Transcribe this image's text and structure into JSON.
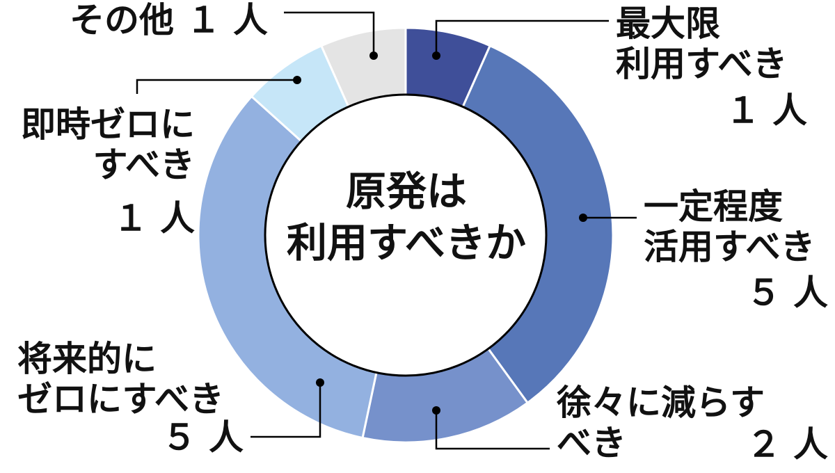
{
  "chart_data": {
    "type": "pie",
    "title": "原発は利用すべきか",
    "unit": "人",
    "slices": [
      {
        "label": "最大限利用すべき",
        "value": 1,
        "color": "#3f4f99"
      },
      {
        "label": "一定程度活用すべき",
        "value": 5,
        "color": "#5777b8"
      },
      {
        "label": "徐々に減らすべき",
        "value": 2,
        "color": "#7691cb"
      },
      {
        "label": "将来的にゼロにすべき",
        "value": 5,
        "color": "#93b1e0"
      },
      {
        "label": "即時ゼロにすべき",
        "value": 1,
        "color": "#c6e6f8"
      },
      {
        "label": "その他",
        "value": 1,
        "color": "#e4e4e4"
      }
    ]
  },
  "labels": {
    "center_line1": "原発は",
    "center_line2": "利用すべきか",
    "max_line1": "最大限",
    "max_line2": "利用すべき",
    "max_count": "１ 人",
    "some_line1": "一定程度",
    "some_line2": "活用すべき",
    "some_count": "５ 人",
    "reduce_line1": "徐々に減らす",
    "reduce_line2": "べき",
    "reduce_count": "２ 人",
    "future_line1": "将来的に",
    "future_line2": "ゼロにすべき",
    "future_count": "５ 人",
    "immediate_line1": "即時ゼロに",
    "immediate_line2": "すべき",
    "immediate_count": "１ 人",
    "other_line": "その他 １ 人"
  }
}
